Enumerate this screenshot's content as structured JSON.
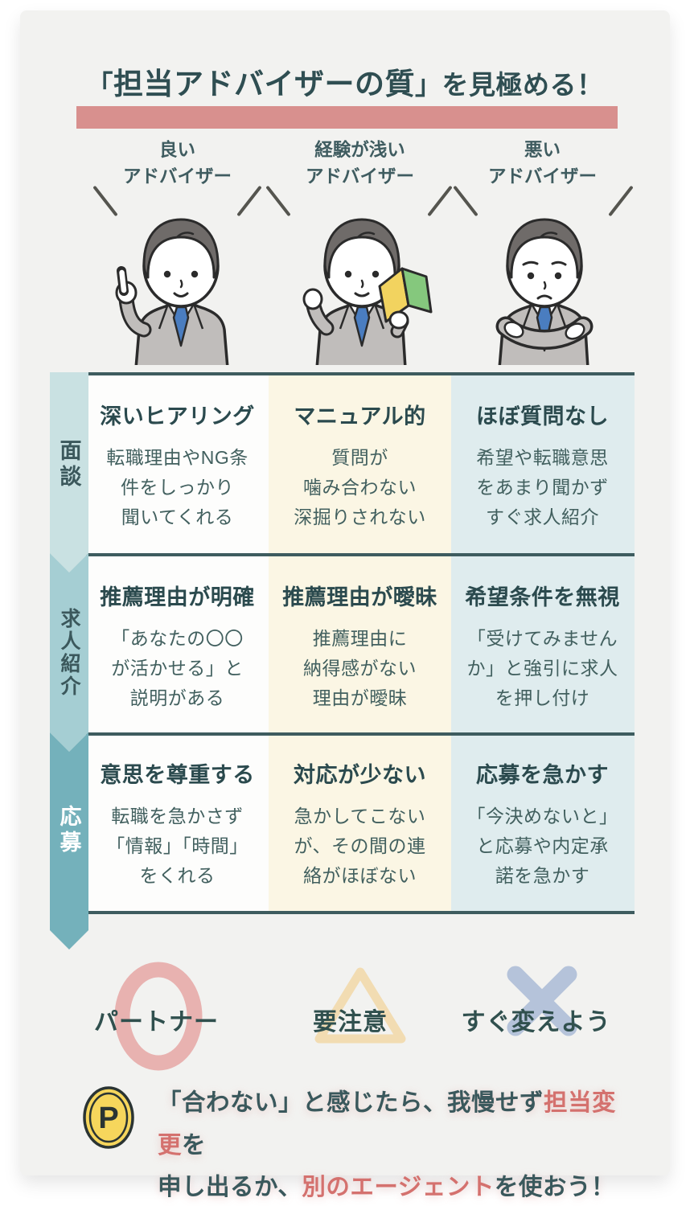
{
  "title": {
    "bracket_open": "「",
    "emphasis": "担当アドバイザーの質",
    "rest": "」を見極める！"
  },
  "column_headers": [
    {
      "line1": "良い",
      "line2": "アドバイザー"
    },
    {
      "line1": "経験が浅い",
      "line2": "アドバイザー"
    },
    {
      "line1": "悪い",
      "line2": "アドバイザー"
    }
  ],
  "rows": [
    {
      "label": "面談",
      "cells": [
        {
          "heading": "深いヒアリング",
          "body": [
            "転職理由やNG条",
            "件をしっかり",
            "聞いてくれる"
          ]
        },
        {
          "heading": "マニュアル的",
          "body": [
            "質問が",
            "噛み合わない",
            "深掘りされない"
          ]
        },
        {
          "heading": "ほぼ質問なし",
          "body": [
            "希望や転職意思",
            "をあまり聞かず",
            "すぐ求人紹介"
          ]
        }
      ]
    },
    {
      "label": "求人紹介",
      "cells": [
        {
          "heading": "推薦理由が明確",
          "body": [
            "「あなたの〇〇",
            "が活かせる」と",
            "説明がある"
          ]
        },
        {
          "heading": "推薦理由が曖昧",
          "body": [
            "推薦理由に",
            "納得感がない",
            "理由が曖昧"
          ]
        },
        {
          "heading": "希望条件を無視",
          "body": [
            "「受けてみません",
            "か」と強引に求人",
            "を押し付け"
          ]
        }
      ]
    },
    {
      "label": "応募",
      "cells": [
        {
          "heading": "意思を尊重する",
          "body": [
            "転職を急かさず",
            "「情報」「時間」",
            "をくれる"
          ]
        },
        {
          "heading": "対応が少ない",
          "body": [
            "急かしてこない",
            "が、その間の連",
            "絡がほぼない"
          ]
        },
        {
          "heading": "応募を急かす",
          "body": [
            "「今決めないと」",
            "と応募や内定承",
            "諾を急かす"
          ]
        }
      ]
    }
  ],
  "verdicts": [
    {
      "label": "パートナー",
      "shape": "circle-icon",
      "color": "#e8b2b0"
    },
    {
      "label": "要注意",
      "shape": "triangle-icon",
      "color": "#f2dcb2"
    },
    {
      "label": "すぐ変えよう",
      "shape": "x-icon",
      "color": "#b5c3da"
    }
  ],
  "tip": {
    "icon": "point-coin-icon",
    "segments": [
      {
        "text": "「合わない」と感じたら、我慢せず",
        "highlight": false
      },
      {
        "text": "担当変更",
        "highlight": true
      },
      {
        "text": "を",
        "highlight": false
      },
      {
        "text": "申し出るか、",
        "highlight": false
      },
      {
        "text": "別のエージェント",
        "highlight": true
      },
      {
        "text": "を使おう！",
        "highlight": false
      }
    ]
  },
  "colors": {
    "card_bg": "#f2f2f0",
    "title_text": "#2f4e52",
    "title_highlight_bar": "#d8908e",
    "column_good_bg": "#fdfdfc",
    "column_inexperienced_bg": "#fbf6e4",
    "column_bad_bg": "#dfecee",
    "row_divider": "#3e5c5f",
    "chevron_interview": "#c9e1e2",
    "chevron_jobs": "#a5ced3",
    "chevron_apply": "#74b1bb",
    "circle_mark": "#e8b2b0",
    "triangle_mark": "#f2dcb2",
    "x_mark": "#b5c3da",
    "highlight_red": "#d4716e",
    "coin_yellow": "#f6d65c"
  }
}
